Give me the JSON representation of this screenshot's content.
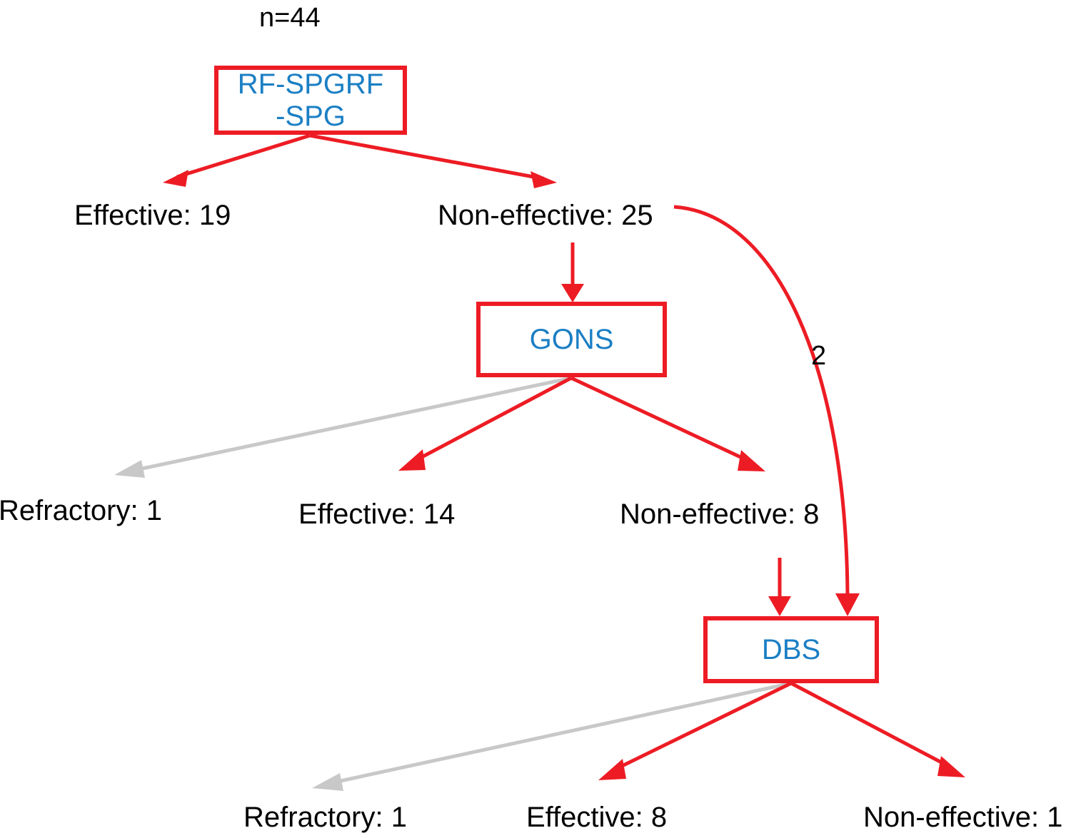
{
  "diagram": {
    "title_note": "n=44",
    "colors": {
      "edge_red": "#ed1c24",
      "edge_grey": "#c8c8c8",
      "node_text_blue": "#1b7fc4",
      "label_black": "#000000",
      "background": "#ffffff"
    },
    "nodes": [
      {
        "id": "root",
        "label": "RF-SPGRF\n-SPG"
      },
      {
        "id": "gons",
        "label": "GONS"
      },
      {
        "id": "dbs",
        "label": "DBS"
      }
    ],
    "labels": {
      "cohort_size": "n=44",
      "root_effective": "Effective: 19",
      "root_non_effective": "Non-effective: 25",
      "gons_refractory": "Refractory: 1",
      "gons_effective": "Effective: 14",
      "gons_non_effective": "Non-effective: 8",
      "crossover_count": "2",
      "dbs_refractory": "Refractory: 1",
      "dbs_effective": "Effective: 8",
      "dbs_non_effective": "Non-effective: 1"
    }
  },
  "chart_data": {
    "type": "diagram",
    "title": "Treatment outcome flow diagram",
    "total_n": 44,
    "flow": [
      {
        "from": "RF-SPGRF-SPG",
        "n_total": 44,
        "outcomes": [
          {
            "label": "Effective",
            "value": 19,
            "arrow": "red"
          },
          {
            "label": "Non-effective",
            "value": 25,
            "arrow": "red"
          }
        ]
      },
      {
        "from": "GONS",
        "source_label": "Non-effective: 25",
        "outcomes": [
          {
            "label": "Refractory",
            "value": 1,
            "arrow": "grey"
          },
          {
            "label": "Effective",
            "value": 14,
            "arrow": "red"
          },
          {
            "label": "Non-effective",
            "value": 8,
            "arrow": "red"
          }
        ]
      },
      {
        "from": "DBS",
        "source_labels": [
          "Non-effective: 8",
          "crossover 2 from Non-effective: 25"
        ],
        "outcomes": [
          {
            "label": "Refractory",
            "value": 1,
            "arrow": "grey"
          },
          {
            "label": "Effective",
            "value": 8,
            "arrow": "red"
          },
          {
            "label": "Non-effective",
            "value": 1,
            "arrow": "red"
          }
        ]
      }
    ],
    "edges": [
      {
        "from": "RF-SPGRF-SPG",
        "to": "Effective: 19",
        "color": "red"
      },
      {
        "from": "RF-SPGRF-SPG",
        "to": "Non-effective: 25",
        "color": "red"
      },
      {
        "from": "Non-effective: 25",
        "to": "GONS",
        "color": "red"
      },
      {
        "from": "Non-effective: 25",
        "to": "DBS",
        "color": "red",
        "annotation": "2",
        "style": "curved"
      },
      {
        "from": "GONS",
        "to": "Refractory: 1",
        "color": "grey"
      },
      {
        "from": "GONS",
        "to": "Effective: 14",
        "color": "red"
      },
      {
        "from": "GONS",
        "to": "Non-effective: 8",
        "color": "red"
      },
      {
        "from": "Non-effective: 8",
        "to": "DBS",
        "color": "red"
      },
      {
        "from": "DBS",
        "to": "Refractory: 1",
        "color": "grey"
      },
      {
        "from": "DBS",
        "to": "Effective: 8",
        "color": "red"
      },
      {
        "from": "DBS",
        "to": "Non-effective: 1",
        "color": "red"
      }
    ]
  }
}
